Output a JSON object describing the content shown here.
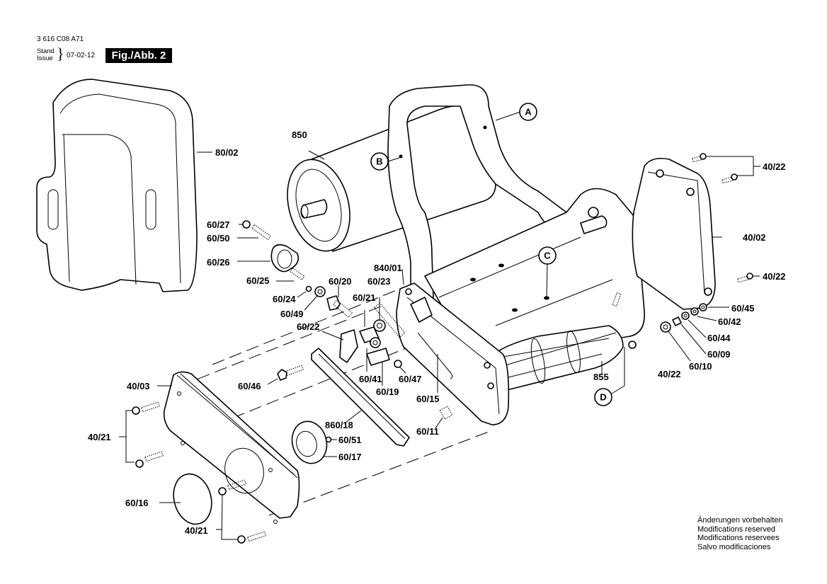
{
  "header": {
    "part_number": "3 616 C08 A71",
    "stand_label": "Stand",
    "issue_label": "Issue",
    "date": "07-02-12",
    "figure_label": "Fig./Abb. 2"
  },
  "callouts": {
    "A": "A",
    "B": "B",
    "C": "C",
    "D": "D"
  },
  "parts": {
    "p80_02": "80/02",
    "p850": "850",
    "p40_22_top": "40/22",
    "p40_02": "40/02",
    "p40_22_mid": "40/22",
    "p60_45": "60/45",
    "p60_42": "60/42",
    "p60_44": "60/44",
    "p60_09": "60/09",
    "p60_10": "60/10",
    "p40_22_bot": "40/22",
    "p855": "855",
    "p60_27": "60/27",
    "p60_50": "60/50",
    "p60_26": "60/26",
    "p60_25": "60/25",
    "p60_24": "60/24",
    "p60_49": "60/49",
    "p60_20": "60/20",
    "p60_23": "60/23",
    "p840_01": "840/01",
    "p60_21": "60/21",
    "p60_22": "60/22",
    "p60_41": "60/41",
    "p60_47": "60/47",
    "p60_19": "60/19",
    "p60_15": "60/15",
    "p60_11": "60/11",
    "p60_46": "60/46",
    "p40_03": "40/03",
    "p40_21_top": "40/21",
    "p860_18": "860/18",
    "p60_51": "60/51",
    "p60_17": "60/17",
    "p60_16": "60/16",
    "p40_21_bot": "40/21"
  },
  "footnote": {
    "line1": "Änderungen vorbehalten",
    "line2": "Modifications reserved",
    "line3": "Modifications reservees",
    "line4": "Salvo modificaciones"
  }
}
